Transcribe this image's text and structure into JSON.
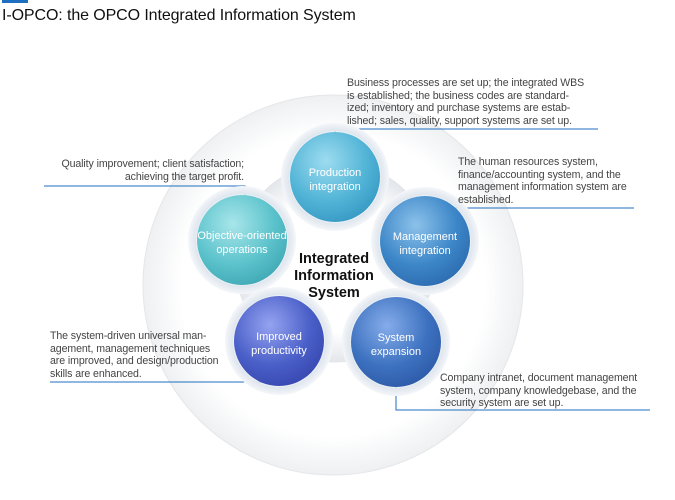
{
  "title": "I-OPCO: the OPCO Integrated Information System",
  "center": {
    "lines": [
      "Integrated",
      "Information",
      "System"
    ]
  },
  "colors": {
    "accent": "#1f6fc0",
    "connector": "#1f6fc0",
    "production": "#52b4d6",
    "management": "#3c86c8",
    "system": "#3d72c0",
    "productivity": "#4a5fc8",
    "objective": "#5cc3cc"
  },
  "nodes": [
    {
      "id": "production",
      "lines": [
        "Production",
        "integration"
      ]
    },
    {
      "id": "management",
      "lines": [
        "Management",
        "integration"
      ]
    },
    {
      "id": "system",
      "lines": [
        "System",
        "expansion"
      ]
    },
    {
      "id": "productivity",
      "lines": [
        "Improved",
        "productivity"
      ]
    },
    {
      "id": "objective",
      "lines": [
        "Objective-oriented",
        "operations"
      ]
    }
  ],
  "descriptions": [
    {
      "id": "production",
      "lines": [
        "Business processes are set up; the integrated WBS",
        "is established; the business codes are standard-",
        "ized; inventory and purchase systems are estab-",
        "lished; sales, quality, support systems are set up."
      ]
    },
    {
      "id": "management",
      "lines": [
        "The human resources system,",
        "finance/accounting system, and the",
        "management information system are",
        "established."
      ]
    },
    {
      "id": "system",
      "lines": [
        "Company intranet, document management",
        "system, company knowledgebase, and the",
        "security system are set up."
      ]
    },
    {
      "id": "productivity",
      "lines": [
        "The system-driven universal man-",
        "agement, management techniques",
        "are improved, and design/production",
        "skills are enhanced."
      ]
    },
    {
      "id": "objective",
      "lines": [
        "Quality improvement; client satisfaction;",
        "achieving the target profit."
      ]
    }
  ]
}
